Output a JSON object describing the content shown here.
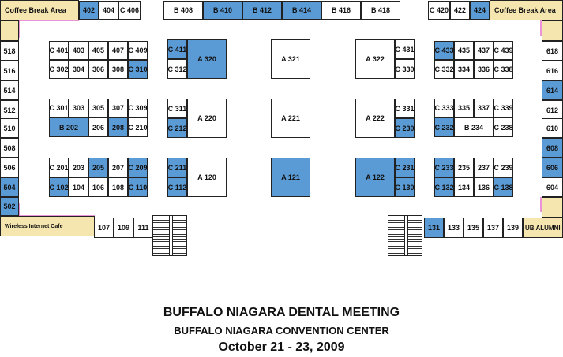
{
  "title": "BUFFALO NIAGARA DENTAL MEETING",
  "venue": "BUFFALO NIAGARA CONVENTION CENTER",
  "dates": "October 21 - 23, 2009",
  "colors": {
    "available": "#ffffff",
    "booked": "#5b9bd5",
    "area": "#f5e6b0",
    "wall": "#e070c8"
  },
  "areas": [
    {
      "id": "coffee-left",
      "label": "Coffee Break Area"
    },
    {
      "id": "coffee-right",
      "label": "Coffee Break Area"
    },
    {
      "id": "wifi",
      "label": "Wireless Internet Cafe"
    },
    {
      "id": "alumni",
      "label": "UB ALUMNI"
    }
  ],
  "booths": [
    {
      "label": "402",
      "booked": true
    },
    {
      "label": "404",
      "booked": false
    },
    {
      "label": "C 406",
      "booked": false
    },
    {
      "label": "B 408",
      "booked": false
    },
    {
      "label": "B 410",
      "booked": true
    },
    {
      "label": "B 412",
      "booked": true
    },
    {
      "label": "B 414",
      "booked": true
    },
    {
      "label": "B 416",
      "booked": false
    },
    {
      "label": "B 418",
      "booked": false
    },
    {
      "label": "C 420",
      "booked": false
    },
    {
      "label": "422",
      "booked": false
    },
    {
      "label": "424",
      "booked": true
    },
    {
      "label": "518",
      "booked": false
    },
    {
      "label": "516",
      "booked": false
    },
    {
      "label": "514",
      "booked": false
    },
    {
      "label": "512",
      "booked": false
    },
    {
      "label": "510",
      "booked": false
    },
    {
      "label": "508",
      "booked": false
    },
    {
      "label": "506",
      "booked": false
    },
    {
      "label": "504",
      "booked": true
    },
    {
      "label": "502",
      "booked": true
    },
    {
      "label": "618",
      "booked": false
    },
    {
      "label": "616",
      "booked": false
    },
    {
      "label": "614",
      "booked": true
    },
    {
      "label": "612",
      "booked": false
    },
    {
      "label": "610",
      "booked": false
    },
    {
      "label": "608",
      "booked": true
    },
    {
      "label": "606",
      "booked": true
    },
    {
      "label": "604",
      "booked": false
    },
    {
      "label": "C 401",
      "booked": false
    },
    {
      "label": "403",
      "booked": false
    },
    {
      "label": "405",
      "booked": false
    },
    {
      "label": "407",
      "booked": false
    },
    {
      "label": "C 409",
      "booked": false
    },
    {
      "label": "C 302",
      "booked": false
    },
    {
      "label": "304",
      "booked": false
    },
    {
      "label": "306",
      "booked": false
    },
    {
      "label": "308",
      "booked": false
    },
    {
      "label": "C 310",
      "booked": true
    },
    {
      "label": "C 301",
      "booked": false
    },
    {
      "label": "303",
      "booked": false
    },
    {
      "label": "305",
      "booked": false
    },
    {
      "label": "307",
      "booked": false
    },
    {
      "label": "C 309",
      "booked": false
    },
    {
      "label": "B 202",
      "booked": true
    },
    {
      "label": "206",
      "booked": false
    },
    {
      "label": "208",
      "booked": true
    },
    {
      "label": "C 210",
      "booked": false
    },
    {
      "label": "C 201",
      "booked": false
    },
    {
      "label": "203",
      "booked": false
    },
    {
      "label": "205",
      "booked": true
    },
    {
      "label": "207",
      "booked": false
    },
    {
      "label": "C 209",
      "booked": true
    },
    {
      "label": "C 102",
      "booked": true
    },
    {
      "label": "104",
      "booked": false
    },
    {
      "label": "106",
      "booked": false
    },
    {
      "label": "108",
      "booked": false
    },
    {
      "label": "C 110",
      "booked": true
    },
    {
      "label": "C 411",
      "booked": true
    },
    {
      "label": "C 312",
      "booked": false
    },
    {
      "label": "A 320",
      "booked": true
    },
    {
      "label": "C 311",
      "booked": false
    },
    {
      "label": "C 212",
      "booked": true
    },
    {
      "label": "A 220",
      "booked": false
    },
    {
      "label": "C 211",
      "booked": true
    },
    {
      "label": "C 112",
      "booked": true
    },
    {
      "label": "A 120",
      "booked": false
    },
    {
      "label": "A 321",
      "booked": false
    },
    {
      "label": "A 221",
      "booked": false
    },
    {
      "label": "A 121",
      "booked": true
    },
    {
      "label": "A 322",
      "booked": false
    },
    {
      "label": "C 431",
      "booked": false
    },
    {
      "label": "C 330",
      "booked": false
    },
    {
      "label": "A 222",
      "booked": false
    },
    {
      "label": "C 331",
      "booked": false
    },
    {
      "label": "C 230",
      "booked": true
    },
    {
      "label": "A 122",
      "booked": true
    },
    {
      "label": "C 231",
      "booked": true
    },
    {
      "label": "C 130",
      "booked": true
    },
    {
      "label": "C 433",
      "booked": true
    },
    {
      "label": "435",
      "booked": false
    },
    {
      "label": "437",
      "booked": false
    },
    {
      "label": "C 439",
      "booked": false
    },
    {
      "label": "C 332",
      "booked": false
    },
    {
      "label": "334",
      "booked": false
    },
    {
      "label": "336",
      "booked": false
    },
    {
      "label": "C 338",
      "booked": false
    },
    {
      "label": "C 333",
      "booked": false
    },
    {
      "label": "335",
      "booked": false
    },
    {
      "label": "337",
      "booked": false
    },
    {
      "label": "C 339",
      "booked": false
    },
    {
      "label": "C 232",
      "booked": true
    },
    {
      "label": "B 234",
      "booked": false
    },
    {
      "label": "C 238",
      "booked": false
    },
    {
      "label": "C 233",
      "booked": true
    },
    {
      "label": "235",
      "booked": false
    },
    {
      "label": "237",
      "booked": false
    },
    {
      "label": "C 239",
      "booked": false
    },
    {
      "label": "C 132",
      "booked": true
    },
    {
      "label": "134",
      "booked": false
    },
    {
      "label": "136",
      "booked": false
    },
    {
      "label": "C 138",
      "booked": true
    },
    {
      "label": "107",
      "booked": false
    },
    {
      "label": "109",
      "booked": false
    },
    {
      "label": "111",
      "booked": false
    },
    {
      "label": "131",
      "booked": true
    },
    {
      "label": "133",
      "booked": false
    },
    {
      "label": "135",
      "booked": false
    },
    {
      "label": "137",
      "booked": false
    },
    {
      "label": "139",
      "booked": false
    }
  ]
}
